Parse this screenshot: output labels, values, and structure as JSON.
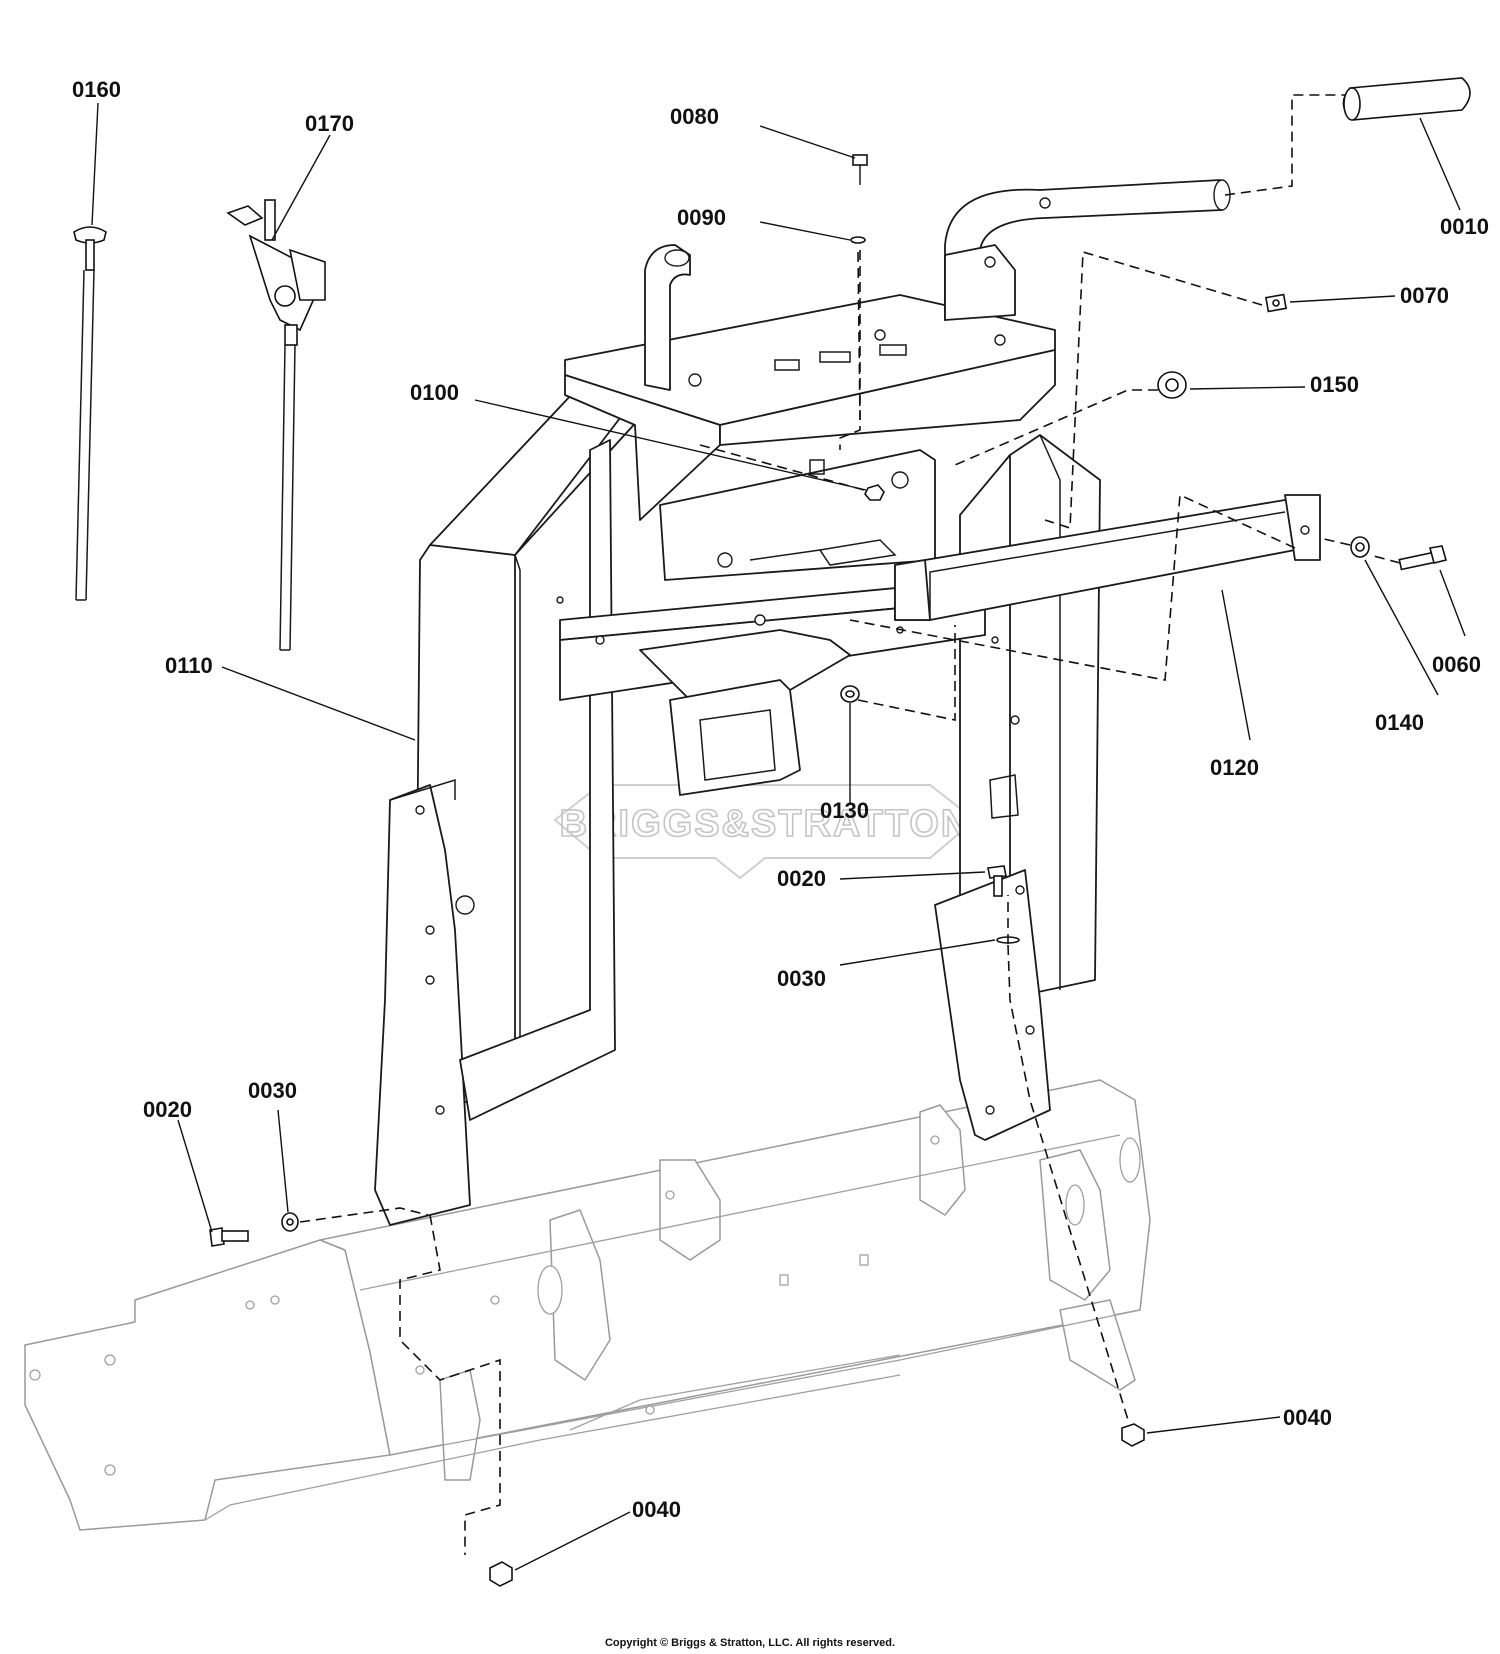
{
  "callouts": {
    "p0010": "0010",
    "p0020a": "0020",
    "p0020b": "0020",
    "p0030a": "0030",
    "p0030b": "0030",
    "p0040a": "0040",
    "p0040b": "0040",
    "p0060": "0060",
    "p0070": "0070",
    "p0080": "0080",
    "p0090": "0090",
    "p0100": "0100",
    "p0110": "0110",
    "p0120": "0120",
    "p0130": "0130",
    "p0140": "0140",
    "p0150": "0150",
    "p0160": "0160",
    "p0170": "0170"
  },
  "watermark": "BRIGGS&STRATTON",
  "footer": {
    "copyright": "Copyright © Briggs & Stratton, LLC. All rights reserved."
  }
}
